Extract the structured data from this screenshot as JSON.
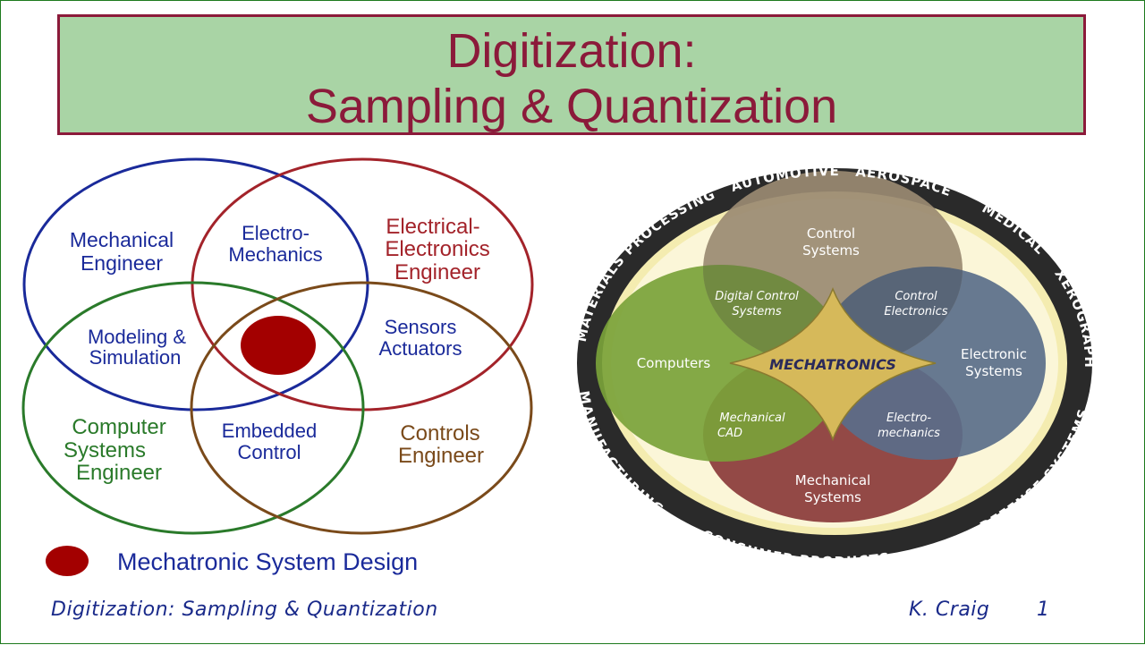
{
  "title": {
    "line1": "Digitization:",
    "line2": "Sampling & Quantization"
  },
  "venn": {
    "mechanical": [
      "Mechanical",
      "Engineer"
    ],
    "electro_mechanics": [
      "Electro-",
      "Mechanics"
    ],
    "electrical": [
      "Electrical-",
      "Electronics",
      "Engineer"
    ],
    "modeling": [
      "Modeling &",
      "Simulation"
    ],
    "sensors": [
      "Sensors",
      "Actuators"
    ],
    "computer": [
      "Computer",
      "Systems",
      "Engineer"
    ],
    "embedded": [
      "Embedded",
      "Control"
    ],
    "controls": [
      "Controls",
      "Engineer"
    ]
  },
  "legend": {
    "label": "Mechatronic System Design"
  },
  "mechatronics": {
    "center": "MECHATRONICS",
    "control_systems": [
      "Control",
      "Systems"
    ],
    "computers": "Computers",
    "electronic_systems": [
      "Electronic",
      "Systems"
    ],
    "mechanical_systems": [
      "Mechanical",
      "Systems"
    ],
    "digital_control": [
      "Digital Control",
      "Systems"
    ],
    "control_electronics": [
      "Control",
      "Electronics"
    ],
    "mechanical_cad": [
      "Mechanical",
      "CAD"
    ],
    "electro_mechanics": [
      "Electro-",
      "mechanics"
    ],
    "ring": {
      "automotive": "AUTOMOTIVE",
      "aerospace": "AEROSPACE",
      "medical": "MEDICAL",
      "xerography": "XEROGRAPHY",
      "defense": "DEFENSE SYSTEMS",
      "consumer": "CONSUMER PRODUCTS",
      "manufacturing": "MANUFACTURING",
      "materials": "MATERIALS PROCESSING"
    }
  },
  "footer": {
    "left": "Digitization: Sampling & Quantization",
    "author": "K. Craig",
    "page": "1"
  },
  "colors": {
    "title_bg": "#a9d4a5",
    "title_text": "#8b1a3a",
    "blue": "#1a2a9a",
    "red": "#a3232a",
    "green": "#2a7a2a",
    "brown": "#7a4a1a",
    "legend_dot": "#a30000"
  }
}
